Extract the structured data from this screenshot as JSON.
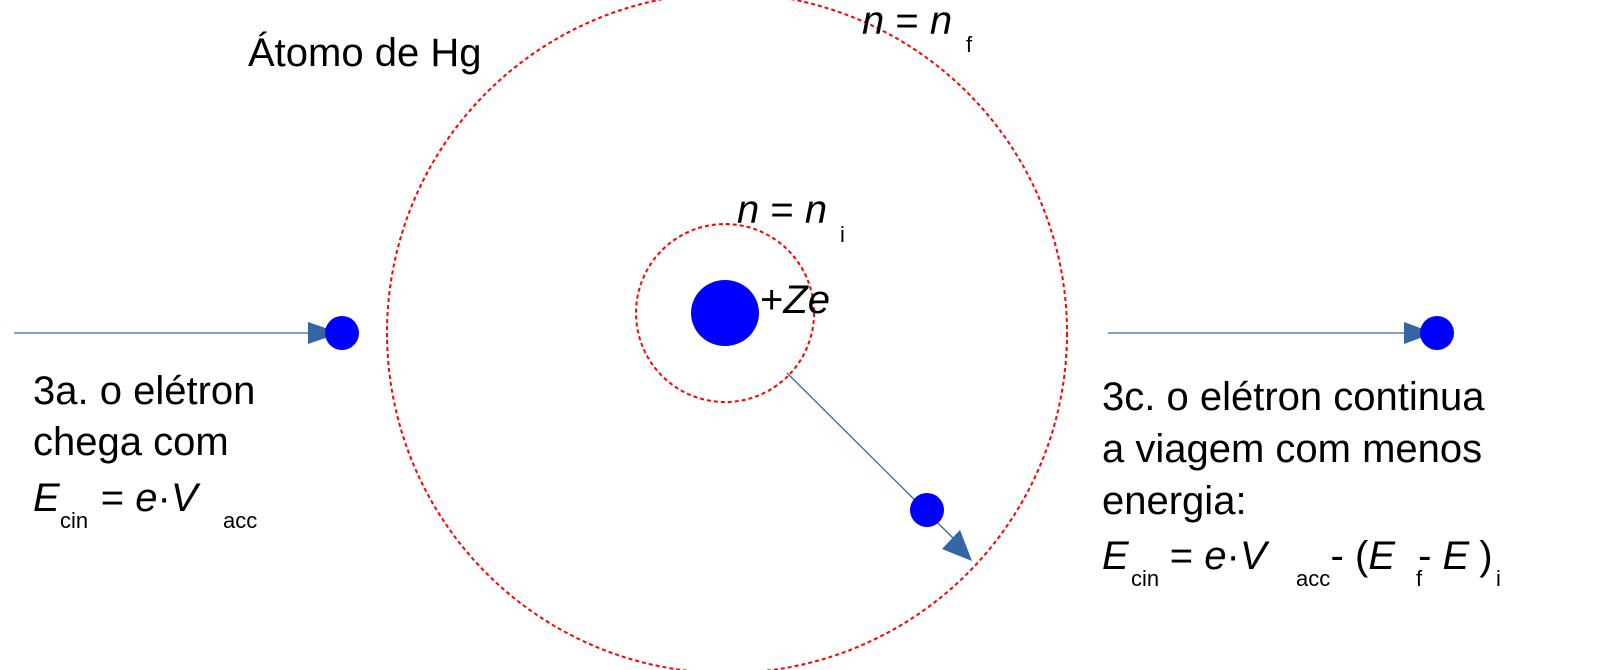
{
  "colors": {
    "orbit": "#ff0000",
    "particle": "#0000ff",
    "arrow": "#3465a4",
    "text": "#000000"
  },
  "atom_label": "Átomo de Hg",
  "outer_orbit": {
    "lhs": "n",
    "eq": " = ",
    "rhs": "n",
    "sub": "f"
  },
  "inner_orbit": {
    "lhs": "n",
    "eq": " = ",
    "rhs": "n",
    "sub": "i"
  },
  "nucleus": {
    "plus": "+",
    "Z": "Z",
    "e": "e"
  },
  "left_note": {
    "line1": "3a. o elétron",
    "line2": "chega com",
    "E": "E",
    "E_sub": "cin",
    "eq": " = ",
    "e": "e",
    "dot": "·",
    "V": "V",
    "V_sub": "acc"
  },
  "right_note": {
    "line1": "3c. o elétron continua",
    "line2": "a viagem com menos",
    "line3": "energia:",
    "E": "E",
    "E_sub": "cin",
    "eq": " = ",
    "e": "e",
    "dot": "·",
    "V": "V",
    "V_sub": "acc",
    "minus_open": "- (",
    "Ef": "E",
    "Ef_sub": "f",
    "minus": " - ",
    "Ei": "E",
    "Ei_sub": "i",
    "close": ")"
  }
}
